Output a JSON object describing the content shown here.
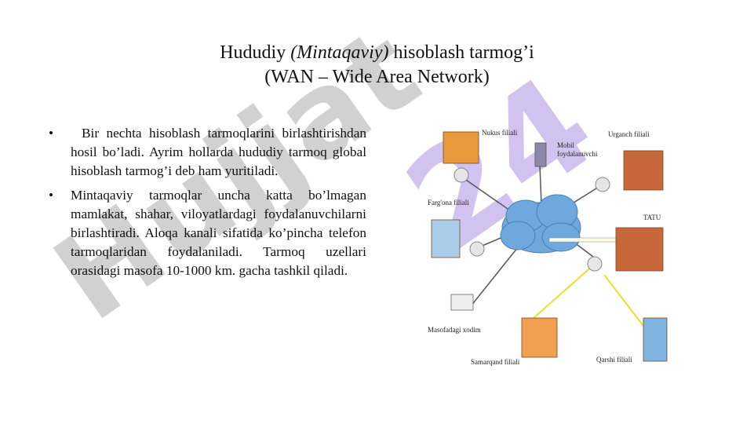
{
  "watermark": {
    "part1": "Hujjat",
    "part2": "24"
  },
  "title": {
    "line1_prefix": "Hududiy ",
    "line1_italic": "(Mintaqaviy)",
    "line1_suffix": " hisoblash tarmog’i",
    "line2": "(WAN – Wide Area Network)"
  },
  "bullets": [
    {
      "marker": "•",
      "text": "Bir nechta hisoblash tarmoqlarini birlashtirishdan hosil bo’ladi. Ayrim hollarda hududiy tarmoq global hisoblash tarmog’i deb ham yuritiladi."
    },
    {
      "marker": "•",
      "text": "Mintaqaviy tarmoqlar uncha katta bo’lmagan mamlakat, shahar, viloyatlardagi foydalanuvchilarni birlashtiradi. Aloqa kanali sifatida ko’pincha telefon tarmoqlaridan foydalaniladi. Tarmoq uzellari orasidagi masofa 10-1000 km. gacha tashkil qiladi."
    }
  ],
  "diagram": {
    "nodes": {
      "nukus": "Nukus filiali",
      "mobil1": "Mobil",
      "mobil2": "foydalanuvchi",
      "urganch": "Urganch filiali",
      "fargona": "Farg'ona filiali",
      "tatu": "TATU",
      "masofa": "Masofadagi xodim",
      "samarqand": "Samarqand filiali",
      "qarshi": "Qarshi filiali"
    },
    "colors": {
      "cloud": "#6fa8dc",
      "line": "#555555",
      "wireless": "#e8e030",
      "router": "#e6e6e6"
    }
  }
}
